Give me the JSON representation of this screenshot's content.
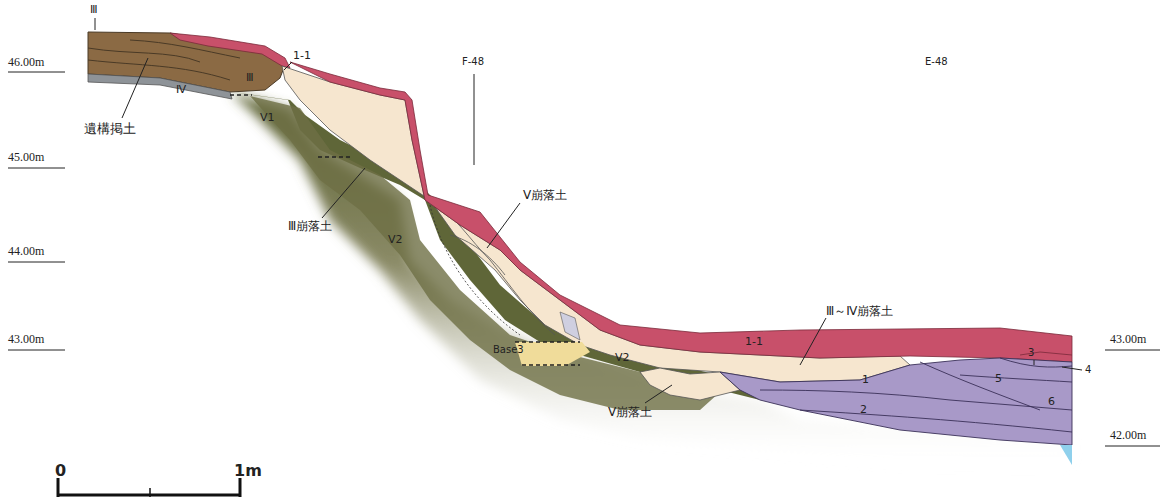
{
  "diagram": {
    "labels": [
      "Ⅲ",
      "46.00m",
      "1-1",
      "F-48",
      "E-48",
      "Ⅲ",
      "Ⅳ",
      "遺構掲土",
      "Ⅴ1",
      "45.00m",
      "Ⅲ崩落土",
      "Ⅴ崩落土",
      "Ⅴ2",
      "44.00m",
      "Ⅲ～Ⅳ崩落土",
      "1-1",
      "43.00m",
      "43.00m",
      "Base3",
      "3",
      "4",
      "1",
      "5",
      "Ⅴ2",
      "6",
      "2",
      "Ⅴ崩落土",
      "42.00m",
      "0",
      "1m"
    ]
  }
}
